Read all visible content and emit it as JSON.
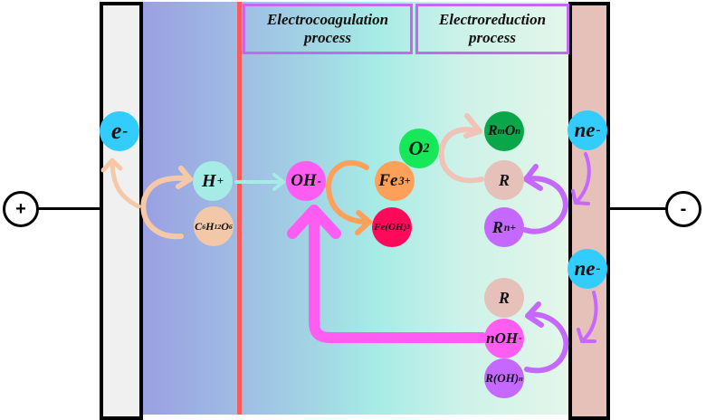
{
  "processes": {
    "electrocoagulation": "Electrocoagulation\nprocess",
    "electroreduction": "Electroreduction\nprocess"
  },
  "terminals": {
    "anode_sign": "+",
    "cathode_sign": "-"
  },
  "species": {
    "electron_anode": {
      "base": "e",
      "sup": "-",
      "color": "#33ccff"
    },
    "h_plus": {
      "base": "H",
      "sup": "+",
      "color": "#a6ebe6"
    },
    "glucose": {
      "formula": [
        "C",
        "6",
        "H",
        "12",
        "O",
        "6"
      ],
      "color": "#f2c8a8"
    },
    "oh_minus": {
      "base": "OH",
      "sup": "-",
      "color": "#ff5cf2"
    },
    "fe3": {
      "base": "Fe",
      "sup": "3+",
      "color": "#ffa05a"
    },
    "fe_oh3": {
      "base": "Fe(OH)",
      "sub": "3",
      "color": "#ff0a5a"
    },
    "o2": {
      "base": "O",
      "sub": "2",
      "color": "#17e85a"
    },
    "rmon": {
      "r": "R",
      "m": "m",
      "o": "O",
      "n": "n",
      "color": "#0aa64a"
    },
    "r_top": {
      "base": "R",
      "color": "#e5c1b9"
    },
    "r_n_plus": {
      "base": "R",
      "sup": "n+",
      "color": "#c468ff"
    },
    "ne_top": {
      "base": "ne",
      "sup": "-",
      "color": "#33ccff"
    },
    "ne_bottom": {
      "base": "ne",
      "sup": "-",
      "color": "#33ccff"
    },
    "r_bottom": {
      "base": "R",
      "color": "#e5c1b9"
    },
    "n_oh_minus": {
      "base": "nOH",
      "sup": "-",
      "color": "#ff5cf2"
    },
    "r_oh_n": {
      "base": "R(OH)",
      "sub": "n",
      "color": "#c468ff"
    }
  },
  "colors": {
    "anode": "#f0f0f0",
    "cathode": "#e5c1b9",
    "membrane": "#ff5a5a",
    "process_border": "#c468f2",
    "arrow_peach": "#f5c9a8",
    "arrow_cyan": "#a6ebe6",
    "arrow_orange": "#ffa05a",
    "arrow_pink": "#ff5cf2",
    "arrow_violet": "#c468ff",
    "arrow_rose": "#f0c2b8"
  }
}
